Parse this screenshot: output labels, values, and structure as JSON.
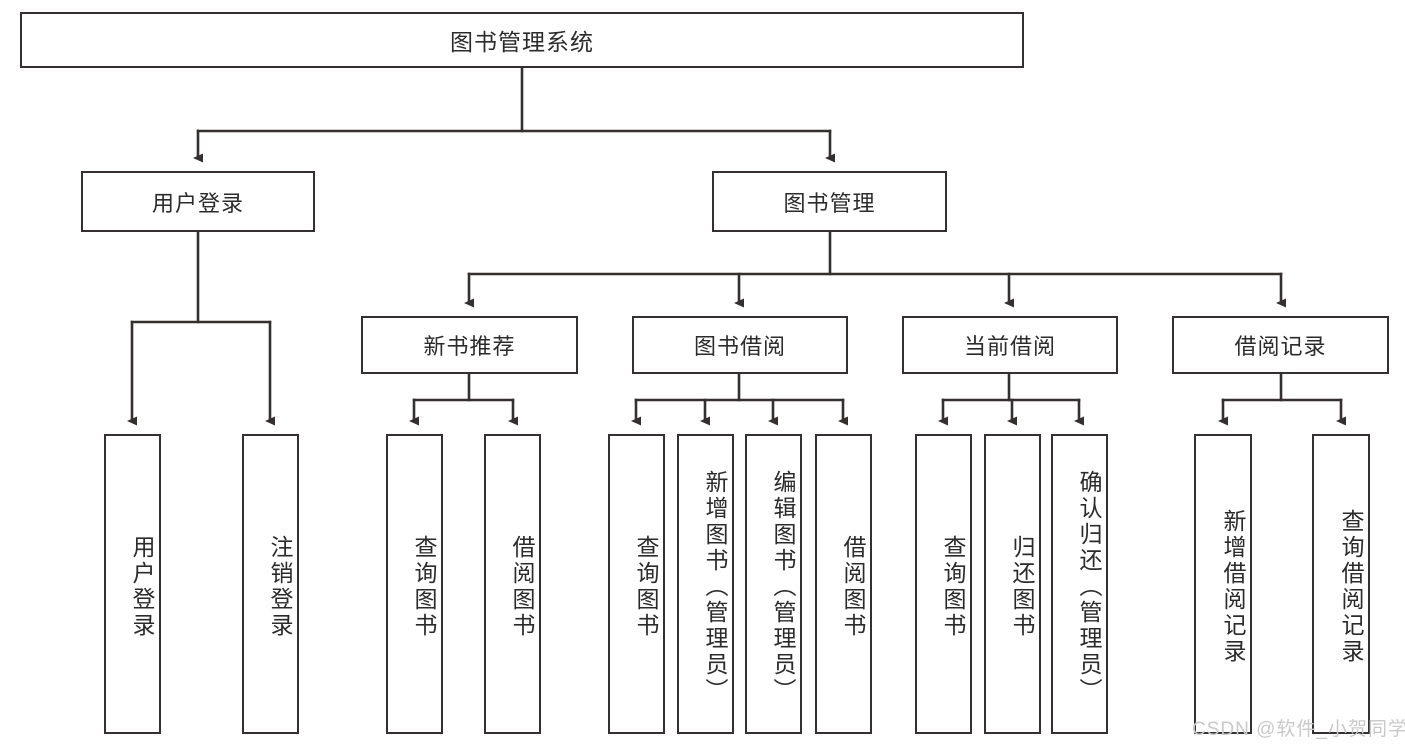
{
  "diagram": {
    "title": "图书管理系统",
    "type": "tree",
    "root": {
      "label": "图书管理系统"
    },
    "level2": [
      {
        "label": "用户登录"
      },
      {
        "label": "图书管理"
      }
    ],
    "level3": [
      {
        "label": "新书推荐"
      },
      {
        "label": "图书借阅"
      },
      {
        "label": "当前借阅"
      },
      {
        "label": "借阅记录"
      }
    ],
    "leaves": {
      "user_login": [
        {
          "label": "用户登录"
        },
        {
          "label": "注销登录"
        }
      ],
      "new_book_recommend": [
        {
          "label": "查询图书"
        },
        {
          "label": "借阅图书"
        }
      ],
      "book_borrow": [
        {
          "label": "查询图书"
        },
        {
          "label": "新增图书（管理员）"
        },
        {
          "label": "编辑图书（管理员）"
        },
        {
          "label": "借阅图书"
        }
      ],
      "current_borrow": [
        {
          "label": "查询图书"
        },
        {
          "label": "归还图书"
        },
        {
          "label": "确认归还（管理员）"
        }
      ],
      "borrow_record": [
        {
          "label": "新增借阅记录"
        },
        {
          "label": "查询借阅记录"
        }
      ]
    }
  },
  "watermark": {
    "text": "CSDN @软件_小贺同学"
  },
  "colors": {
    "border": "#33302f",
    "text": "#2b2b2b",
    "background": "#ffffff",
    "watermark": "#c9c9c9"
  }
}
